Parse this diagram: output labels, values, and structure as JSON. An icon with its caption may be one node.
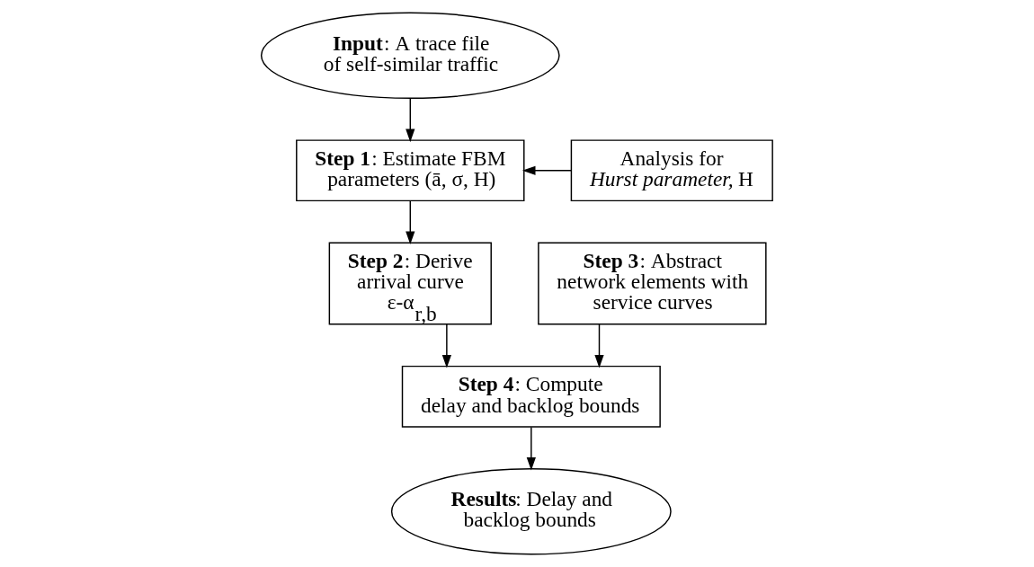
{
  "diagram": {
    "nodes": [
      {
        "text": [
          "**Input**: A trace file of self-similar traffic"
        ]
      },
      {
        "text": [
          "**Step 1**: Estimate FBM parameters (ā, σ, H)"
        ]
      },
      {
        "text": [
          "Analysis for *Hurst parameter,* H"
        ]
      },
      {
        "text": [
          "**Step 2**: Derive arrival curve ε-α$_{r,b}$"
        ]
      },
      {
        "text": [
          "**Step 3**: Abstract network elements with service curves"
        ]
      },
      {
        "text": [
          "**Step 4**: Compute delay and backlog bounds"
        ]
      },
      {
        "text": [
          "**Results**: Delay and backlog bounds"
        ]
      }
    ],
    "edges": [
      {
        "from": 0,
        "to": 1,
        "arrow": "to"
      },
      {
        "from": 2,
        "to": 1,
        "arrow": "to"
      },
      {
        "from": 1,
        "to": 3,
        "arrow": "to"
      },
      {
        "from": 3,
        "to": 5,
        "arrow": "to"
      },
      {
        "from": 4,
        "to": 5,
        "arrow": "to"
      },
      {
        "from": 5,
        "to": 6,
        "arrow": "to"
      }
    ]
  }
}
